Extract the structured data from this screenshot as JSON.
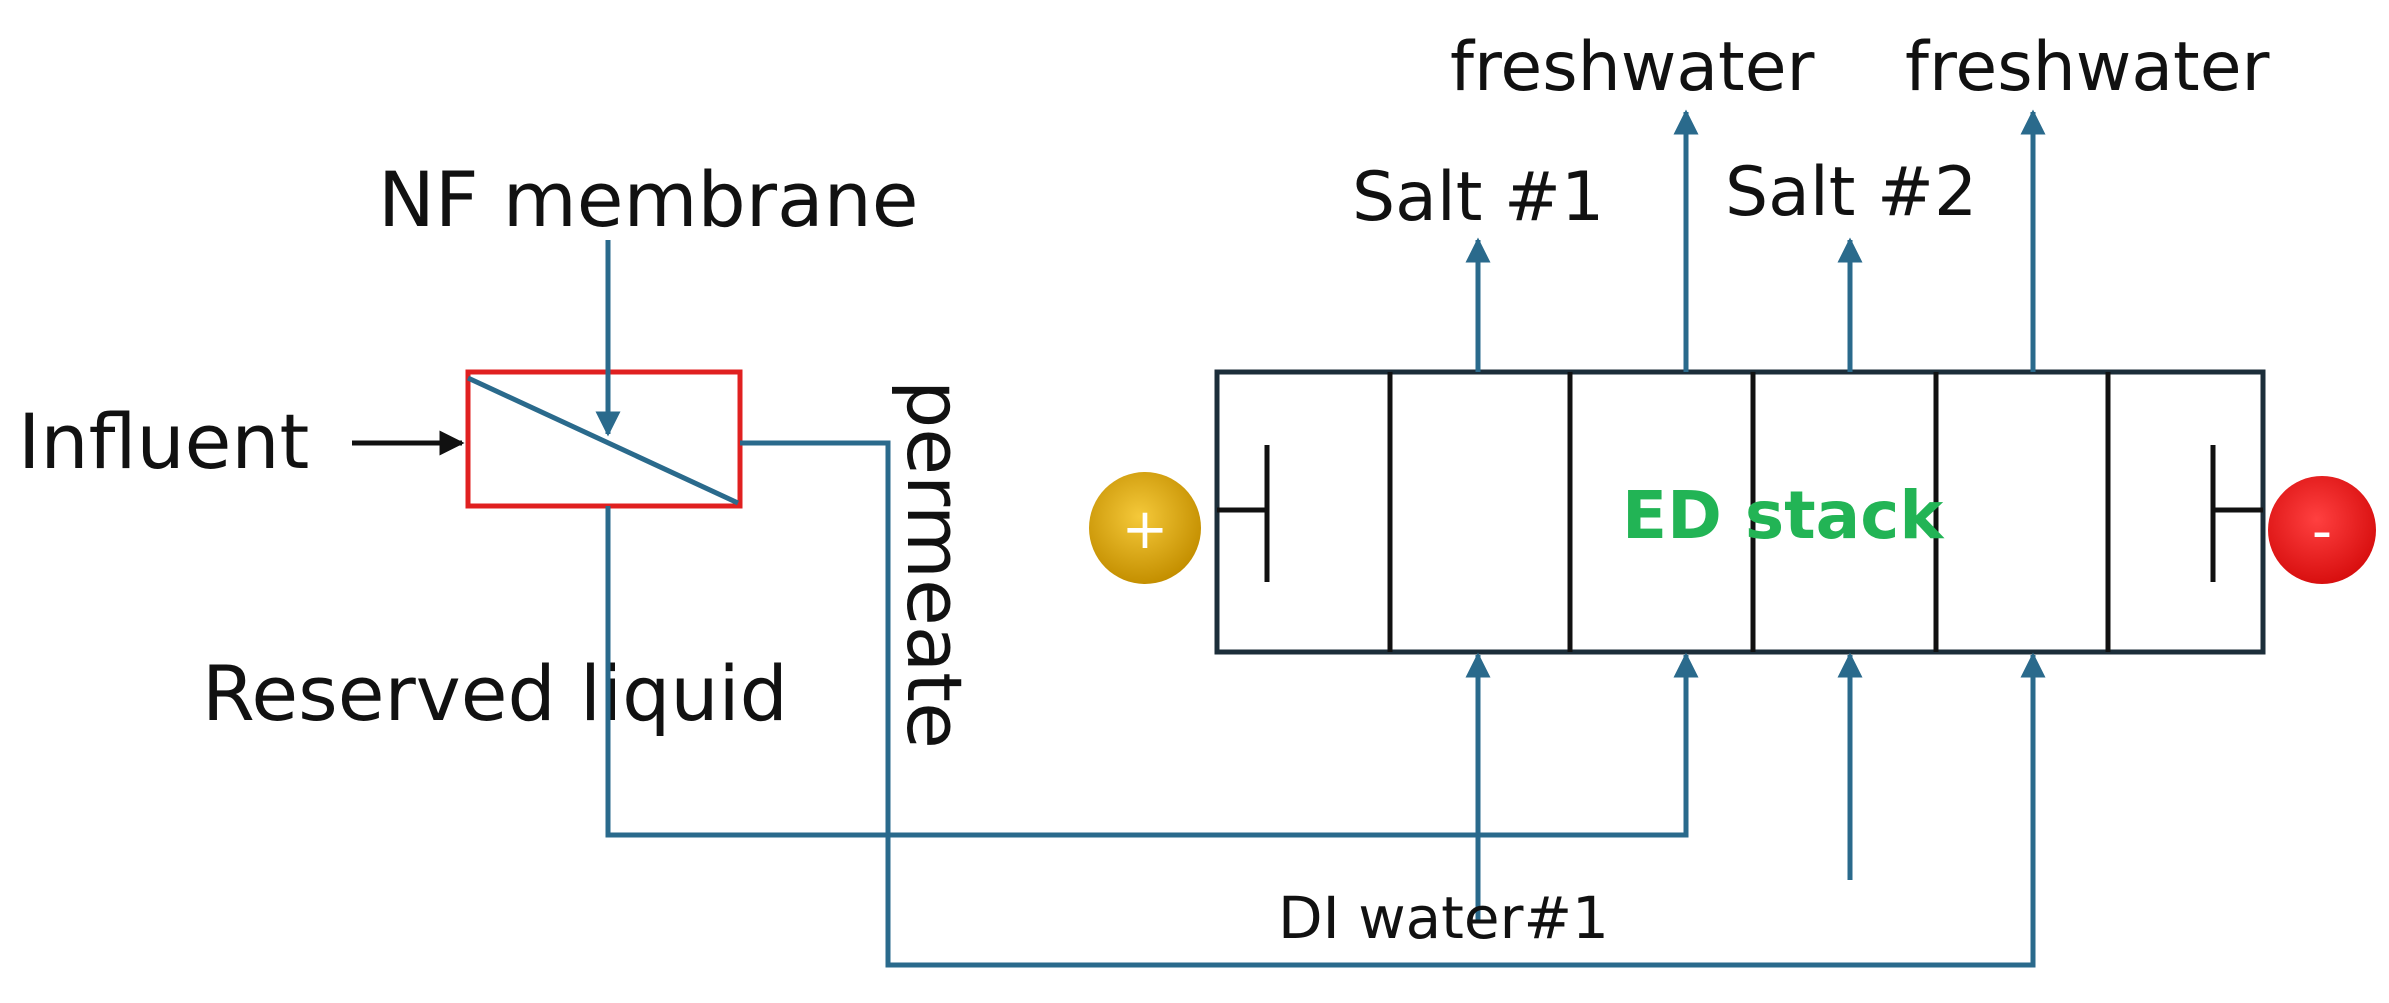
{
  "labels": {
    "influent": "Influent",
    "nf_membrane": "NF membrane",
    "reserved_liquid": "Reserved liquid",
    "permeate": "permeate",
    "ed_stack": "ED stack",
    "salt_1": "Salt #1",
    "salt_2": "Salt #2",
    "freshwater_1": "freshwater",
    "freshwater_2": "freshwater",
    "di_water": "DI water#1",
    "anode_sign": "+",
    "cathode_sign": "-"
  },
  "colors": {
    "pipe": "#2a6a8c",
    "nf_box": "#e02020",
    "ed_text": "#22b455",
    "anode": "#d9a400",
    "cathode": "#ee1c1c"
  }
}
